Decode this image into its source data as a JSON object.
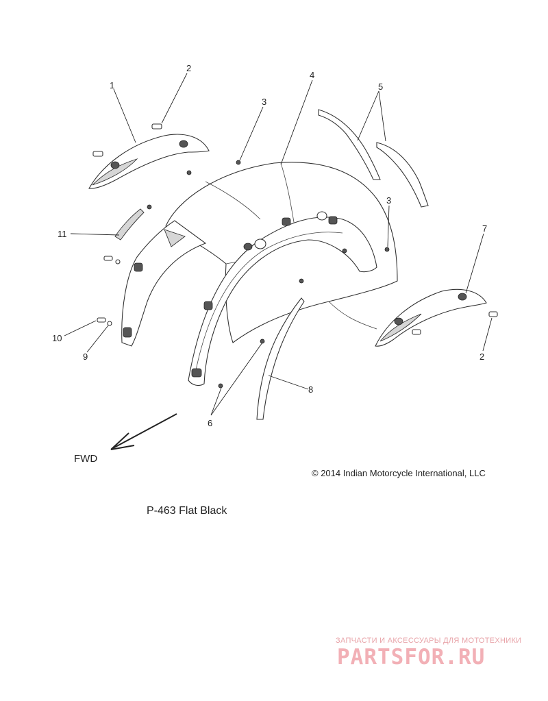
{
  "diagram": {
    "callouts": [
      "1",
      "2",
      "3",
      "4",
      "5",
      "3",
      "11",
      "7",
      "10",
      "9",
      "2",
      "8",
      "6"
    ],
    "fwd_label": "FWD",
    "copyright": "© 2014 Indian Motorcycle International, LLC",
    "part_code": "P-463  Flat Black"
  },
  "watermark": {
    "tagline": "ЗАПЧАСТИ И АКСЕССУАРЫ ДЛЯ МОТОТЕХНИКИ",
    "brand": "PARTSFOR.RU",
    "color": "#f2b0b6"
  }
}
